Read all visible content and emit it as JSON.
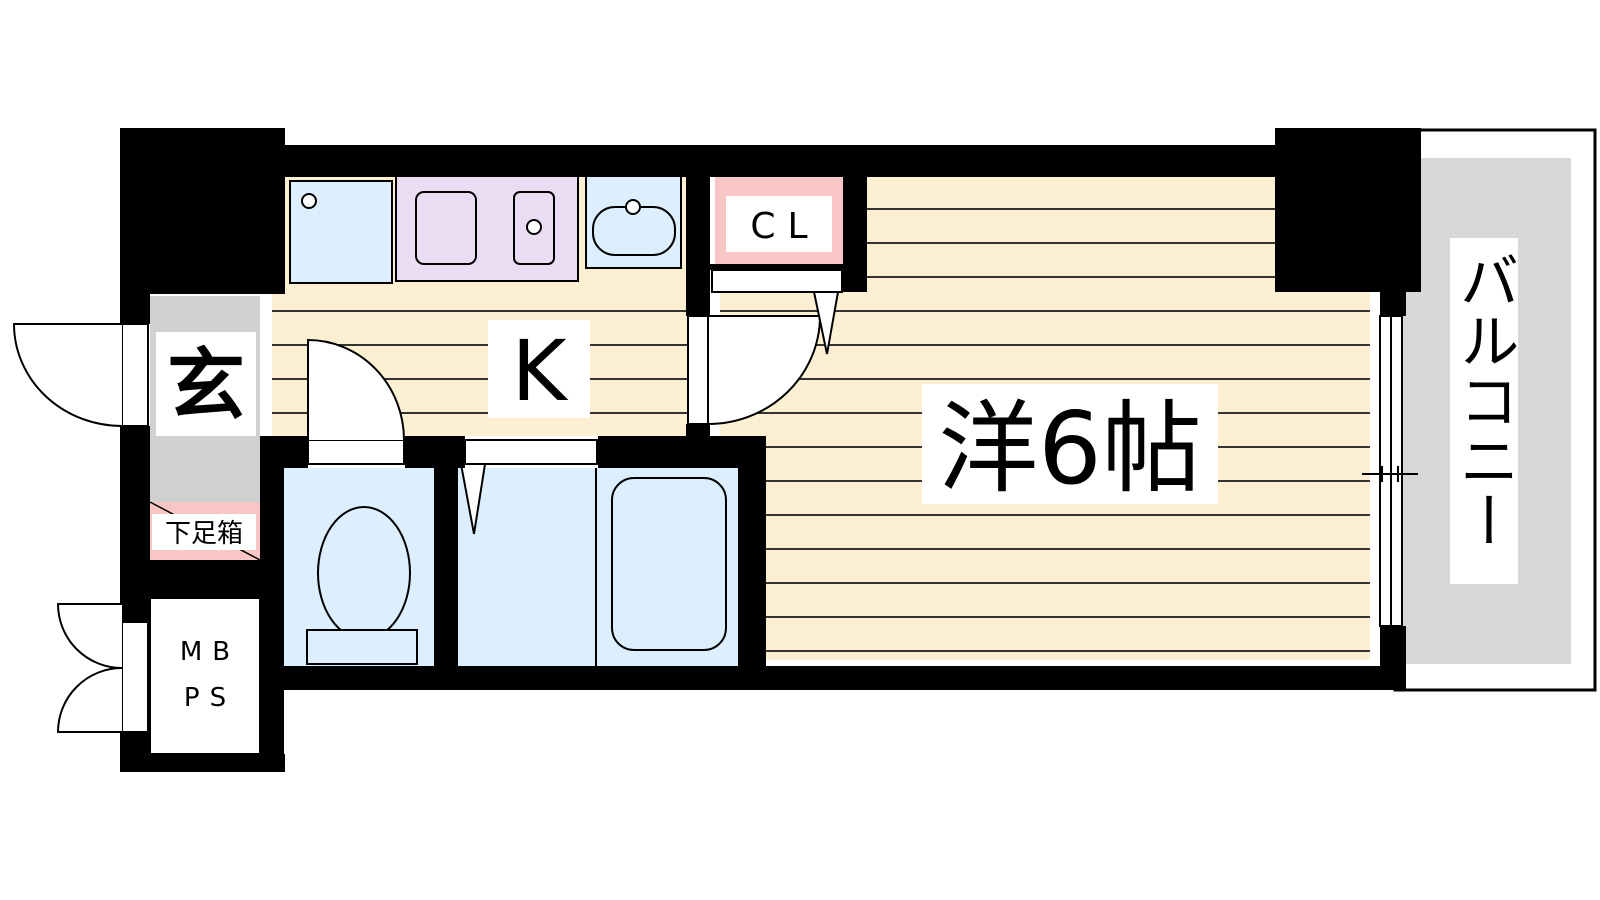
{
  "rooms": {
    "western": "洋6帖",
    "kitchen": "K",
    "entrance": "玄",
    "closet": "CL",
    "shoe_box": "下足箱",
    "mbps_line1": "MB",
    "mbps_line2": "PS",
    "balcony": "バルコニー"
  },
  "colors": {
    "wall": "#000000",
    "floor_wood": "#fdf0d2",
    "floor_line": "#333333",
    "wet_area": "#ddeeff",
    "stove": "#eadcf3",
    "closet": "#f9c6c6",
    "entrance": "#d0d0d0",
    "balcony": "#d8d8d8"
  }
}
